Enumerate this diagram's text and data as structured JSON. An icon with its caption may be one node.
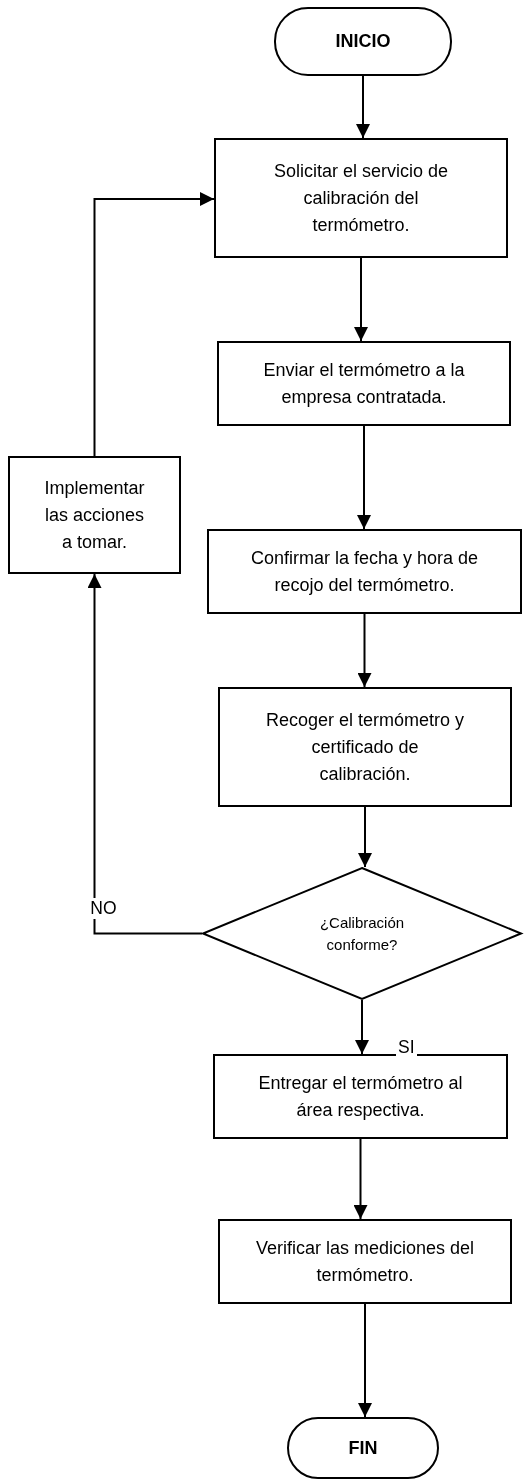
{
  "diagram": {
    "nodes": [
      {
        "text": [
          "INICIO"
        ]
      },
      {
        "text": [
          "Solicitar el servicio de calibración del termómetro."
        ]
      },
      {
        "text": [
          "Enviar el termómetro a la empresa contratada."
        ]
      },
      {
        "text": [
          "Implementar las acciones a tomar."
        ]
      },
      {
        "text": [
          "Confirmar la fecha y hora de recojo del termómetro."
        ]
      },
      {
        "text": [
          "Recoger el termómetro y certificado de calibración."
        ]
      },
      {
        "text": [
          "¿Calibración conforme?"
        ]
      },
      {
        "text": [
          "Entregar el termómetro al área respectiva."
        ]
      },
      {
        "text": [
          "Verificar las mediciones del termómetro."
        ]
      },
      {
        "text": [
          "FIN"
        ]
      }
    ],
    "edges": [
      {
        "from": 0,
        "to": 1,
        "arrow": "to"
      },
      {
        "from": 1,
        "to": 2,
        "arrow": "to"
      },
      {
        "from": 2,
        "to": 4,
        "arrow": "to"
      },
      {
        "from": 4,
        "to": 5,
        "arrow": "to"
      },
      {
        "from": 5,
        "to": 6,
        "arrow": "to"
      },
      {
        "from": 6,
        "to": 3,
        "label": "NO",
        "arrow": "to"
      },
      {
        "from": 3,
        "to": 1,
        "arrow": "to"
      },
      {
        "from": 6,
        "to": 7,
        "label": "SI",
        "arrow": "to"
      },
      {
        "from": 7,
        "to": 8,
        "arrow": "to"
      },
      {
        "from": 8,
        "to": 9,
        "arrow": "to"
      }
    ]
  }
}
